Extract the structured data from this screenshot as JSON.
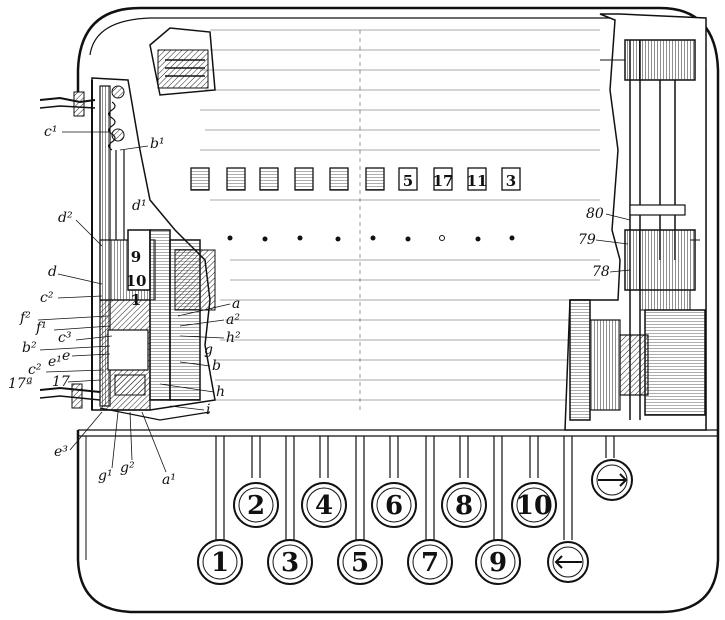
{
  "register_windows": [
    "",
    "",
    "",
    "",
    "",
    "",
    "5",
    "17",
    "11",
    "3"
  ],
  "keys_front_row": [
    "1",
    "3",
    "5",
    "7",
    "9"
  ],
  "keys_back_row": [
    "2",
    "4",
    "6",
    "8",
    "10"
  ],
  "keys_symbols": [
    "leftwards-arrow",
    "rightwards-arrow"
  ],
  "wheel_numbers": [
    "9",
    "10",
    "1"
  ],
  "labels": {
    "c1": "c¹",
    "b1": "b¹",
    "d1": "d¹",
    "d2": "d²",
    "d": "d",
    "c2": "c²",
    "f2": "f²",
    "f1": "f¹",
    "c3": "c³",
    "b2": "b²",
    "e": "e",
    "c2b": "c²",
    "e1": "e¹",
    "n17": "17",
    "n17a": "17ª",
    "e3": "e³",
    "g1": "g¹",
    "g2": "g²",
    "a1": "a¹",
    "a": "a",
    "a2": "a²",
    "h2": "h²",
    "g": "g",
    "b": "b",
    "h": "h",
    "i": "i",
    "n80": "80",
    "n79": "79",
    "n78": "78"
  },
  "ink_color": "#111111",
  "paper_color": "#ffffff"
}
